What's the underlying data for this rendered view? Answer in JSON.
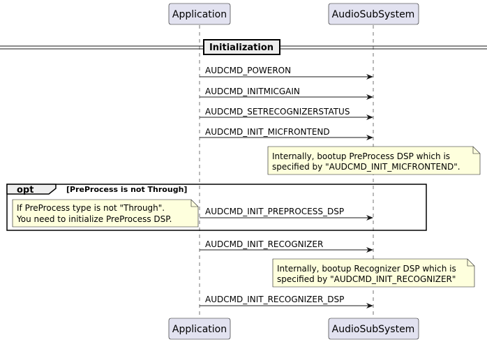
{
  "participants": {
    "application": "Application",
    "audio_subsystem": "AudioSubSystem"
  },
  "divider": {
    "title": "Initialization"
  },
  "messages": [
    "AUDCMD_POWERON",
    "AUDCMD_INITMICGAIN",
    "AUDCMD_SETRECOGNIZERSTATUS",
    "AUDCMD_INIT_MICFRONTEND",
    "AUDCMD_INIT_PREPROCESS_DSP",
    "AUDCMD_INIT_RECOGNIZER",
    "AUDCMD_INIT_RECOGNIZER_DSP"
  ],
  "notes": {
    "micfrontend": [
      "Internally, bootup PreProcess DSP which is",
      "specified by \"AUDCMD_INIT_MICFRONTEND\"."
    ],
    "preprocess": [
      "If PreProcess type is not \"Through\".",
      "You need to initialize PreProcess DSP."
    ],
    "recognizer": [
      "Internally, bootup Recognizer DSP which is",
      "specified by \"AUDCMD_INIT_RECOGNIZER\""
    ]
  },
  "group": {
    "keyword": "opt",
    "condition": "[PreProcess is not Through]"
  },
  "colors": {
    "participant_fill": "#E2E2F0",
    "participant_border": "#181818",
    "note_fill": "#FEFFDD",
    "note_border": "#181818",
    "lifeline": "#181818",
    "text": "#000000"
  }
}
